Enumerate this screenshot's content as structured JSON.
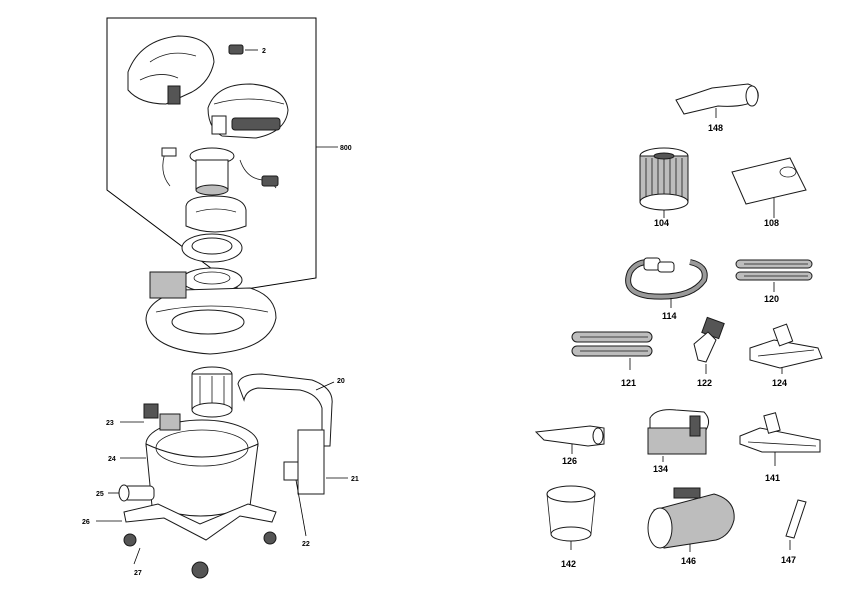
{
  "callouts": {
    "c2": "2",
    "c800": "800",
    "c20": "20",
    "c21": "21",
    "c22": "22",
    "c23": "23",
    "c24": "24",
    "c25": "25",
    "c26": "26",
    "c27": "27",
    "c148": "148",
    "c104": "104",
    "c108": "108",
    "c114": "114",
    "c120": "120",
    "c121": "121",
    "c122": "122",
    "c124": "124",
    "c126": "126",
    "c134": "134",
    "c141": "141",
    "c142": "142",
    "c146": "146",
    "c147": "147"
  }
}
